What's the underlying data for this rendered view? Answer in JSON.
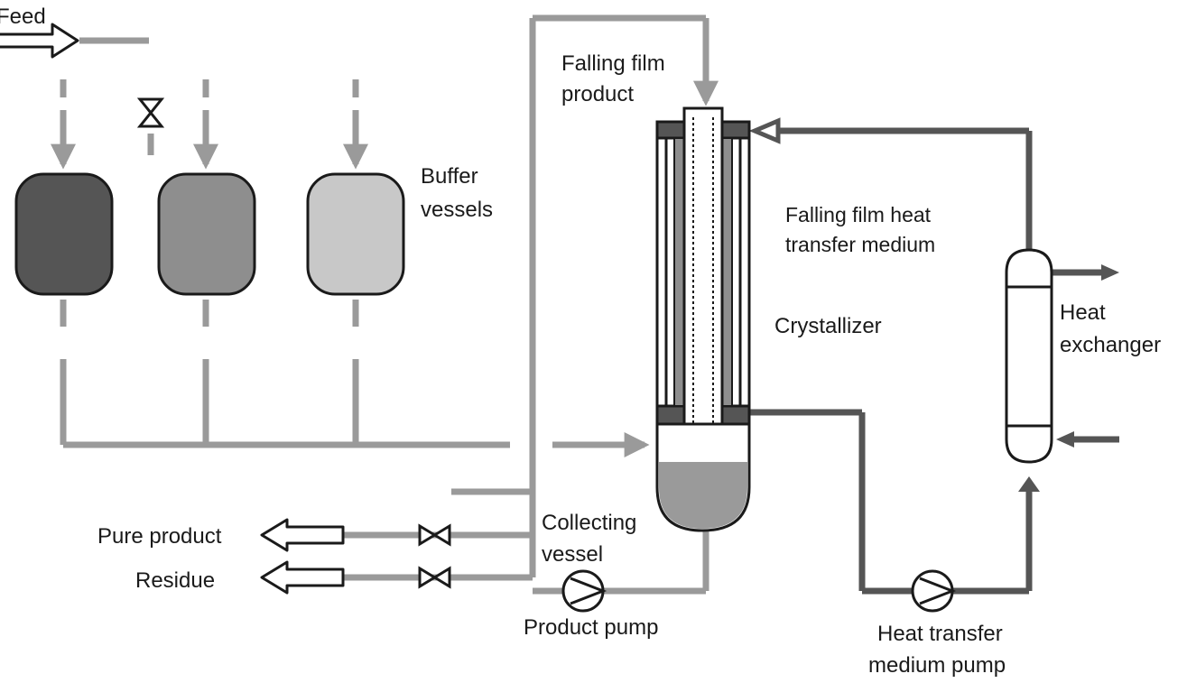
{
  "labels": {
    "feed": "Feed",
    "falling_film_product_1": "Falling film",
    "falling_film_product_2": "product",
    "buffer_vessels_1": "Buffer",
    "buffer_vessels_2": "vessels",
    "heat_transfer_medium_1": "Falling film heat",
    "heat_transfer_medium_2": "transfer medium",
    "crystallizer": "Crystallizer",
    "heat_exchanger_1": "Heat",
    "heat_exchanger_2": "exchanger",
    "collecting_vessel_1": "Collecting",
    "collecting_vessel_2": "vessel",
    "pure_product": "Pure product",
    "residue": "Residue",
    "product_pump": "Product pump",
    "htm_pump_1": "Heat transfer",
    "htm_pump_2": "medium pump"
  },
  "colors": {
    "light_pipe": "#9a9a9a",
    "dark_pipe": "#555555",
    "vessel_dark": "#555555",
    "vessel_mid": "#8e8e8e",
    "vessel_light": "#c8c8c8",
    "outline": "#1a1a1a",
    "liquid": "#9a9a9a"
  }
}
